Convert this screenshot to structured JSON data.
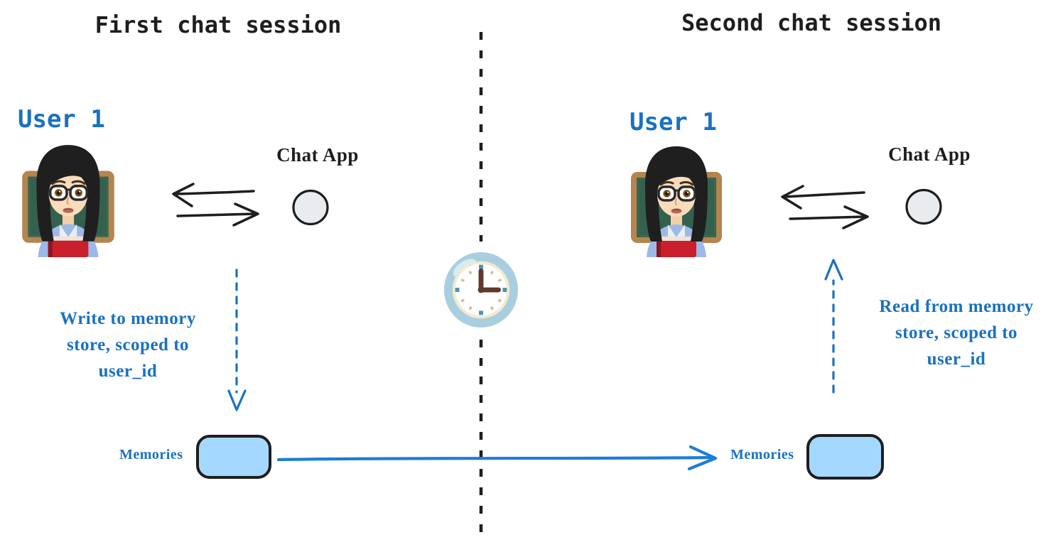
{
  "diagram": {
    "kind": "memory-store-chat-sessions-diagram",
    "background": "#ffffff",
    "ink_color": "#1e1e1e",
    "accent_blue": "#1971c2",
    "memories_box_fill": "#a5d8ff",
    "chat_app_node_fill": "#e9ecef"
  },
  "divider": {
    "icon": "clock-icon",
    "clock_time_shown": "3:00",
    "style": "vertical-dashed-line"
  },
  "transfer": {
    "description": "blue-arrow-left-memories-to-right-memories"
  },
  "sessions": [
    {
      "id": "first",
      "title": "First chat session",
      "user_label": "User 1",
      "user_avatar_icon": "woman-teacher-emoji",
      "chat_app_label": "Chat App",
      "chat_app_icon": "circle-node",
      "annotation_lines": [
        "Write to memory",
        "store, scoped to",
        "user_id"
      ],
      "annotation_arrow": "dashed-arrow-down",
      "memories_label": "Memories"
    },
    {
      "id": "second",
      "title": "Second chat session",
      "user_label": "User 1",
      "user_avatar_icon": "woman-teacher-emoji",
      "chat_app_label": "Chat App",
      "chat_app_icon": "circle-node",
      "annotation_lines": [
        "Read from memory",
        "store, scoped to",
        "user_id"
      ],
      "annotation_arrow": "dashed-arrow-up",
      "memories_label": "Memories"
    }
  ]
}
